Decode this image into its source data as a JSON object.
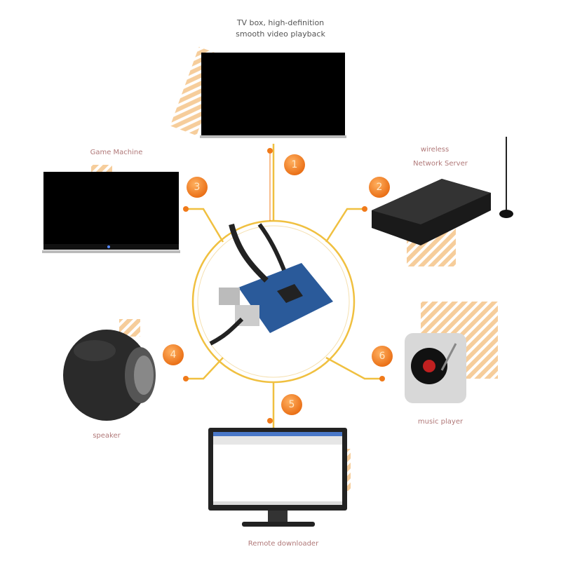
{
  "labels": {
    "tv_box_line1": "TV box, high-definition",
    "tv_box_line2": "smooth video playback",
    "game_machine": "Game Machine",
    "network_line1": "wireless",
    "network_line2": "Network Server",
    "speaker": "speaker",
    "music_player": "music player",
    "remote_downloader": "Remote downloader"
  },
  "badges": [
    "1",
    "2",
    "3",
    "4",
    "5",
    "6"
  ],
  "colors": {
    "accent": "#f07a1a",
    "line": "#f0c040",
    "stripe": "#f5c890",
    "label": "#b07878"
  }
}
